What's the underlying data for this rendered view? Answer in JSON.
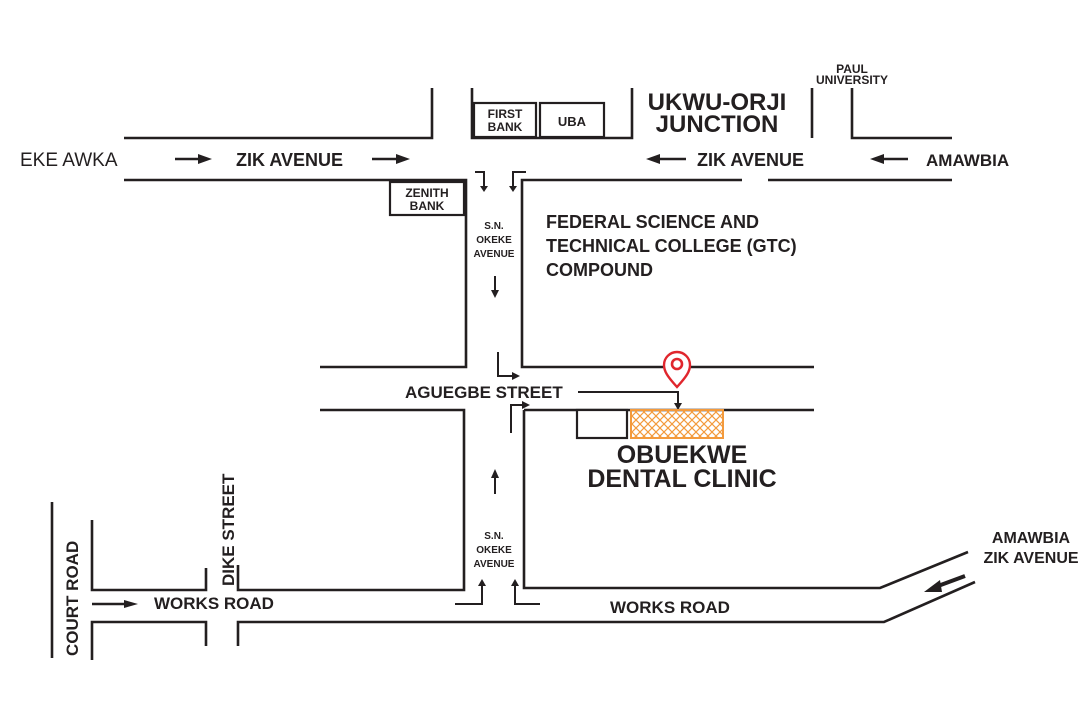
{
  "colors": {
    "ink": "#231f20",
    "marker": "#e0262d",
    "highlight": "#f39a3c",
    "background": "#ffffff"
  },
  "labels": {
    "eke_awka": "EKE AWKA",
    "zik_avenue_west": "ZIK AVENUE",
    "zik_avenue_east": "ZIK AVENUE",
    "amawbia_top": "AMAWBIA",
    "first_bank_line1": "FIRST",
    "first_bank_line2": "BANK",
    "uba": "UBA",
    "ukwu_orji_line1": "UKWU-ORJI",
    "ukwu_orji_line2": "JUNCTION",
    "paul_university_line1": "PAUL",
    "paul_university_line2": "UNIVERSITY",
    "zenith_line1": "ZENITH",
    "zenith_line2": "BANK",
    "sn_okeke_top_line1": "S.N.",
    "sn_okeke_top_line2": "OKEKE",
    "sn_okeke_top_line3": "AVENUE",
    "sn_okeke_bottom_line1": "S.N.",
    "sn_okeke_bottom_line2": "OKEKE",
    "sn_okeke_bottom_line3": "AVENUE",
    "fsc_line1": "FEDERAL SCIENCE AND",
    "fsc_line2": "TECHNICAL COLLEGE (GTC)",
    "fsc_line3": "COMPOUND",
    "aguegbe_street": "AGUEGBE STREET",
    "clinic_line1": "OBUEKWE",
    "clinic_line2": "DENTAL CLINIC",
    "dike_street": "DIKE STREET",
    "court_road": "COURT ROAD",
    "works_road_west": "WORKS ROAD",
    "works_road_east": "WORKS ROAD",
    "amawbia_zik_line1": "AMAWBIA",
    "amawbia_zik_line2": "ZIK AVENUE"
  },
  "icons": {
    "destination": "map-pin-icon",
    "direction": "arrow-icon"
  }
}
